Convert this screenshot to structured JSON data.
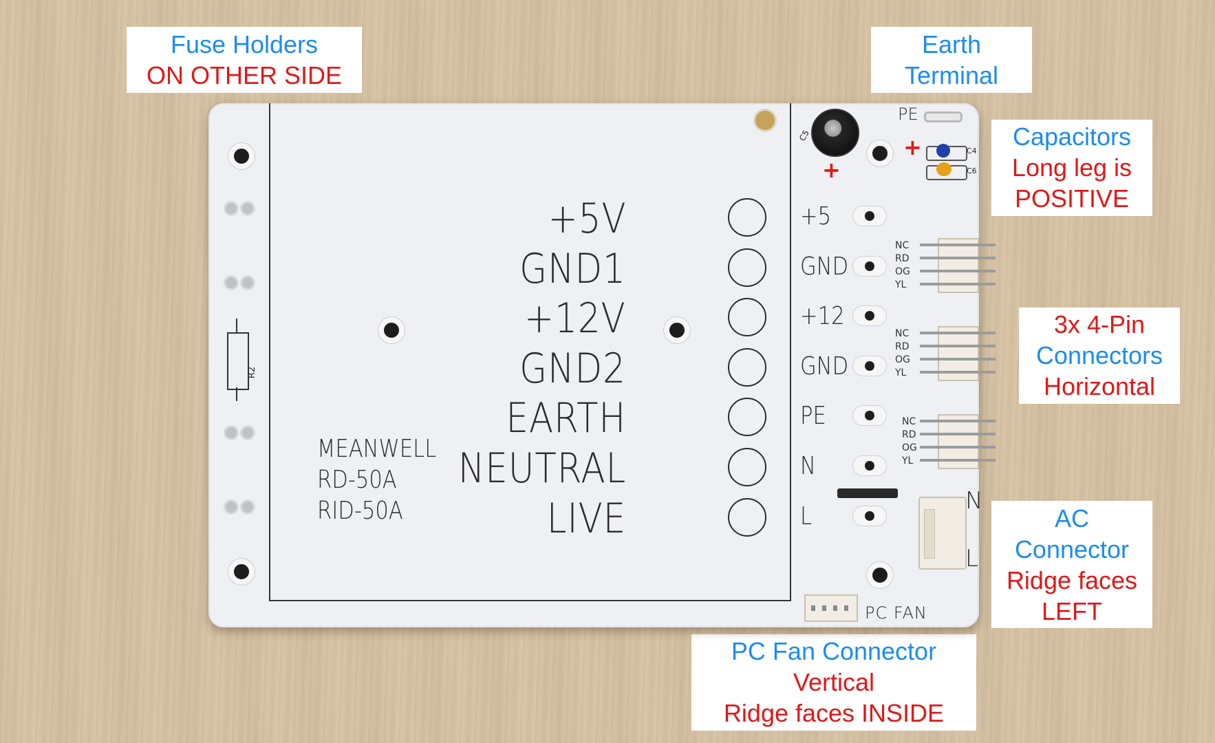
{
  "labels": {
    "fuse": {
      "line1": "Fuse Holders",
      "line2": "ON OTHER SIDE"
    },
    "earth": {
      "line1": "Earth",
      "line2": "Terminal"
    },
    "capacitors": {
      "line1": "Capacitors",
      "line2": "Long leg is",
      "line3": "POSITIVE"
    },
    "fourpin": {
      "line1": "3x 4-Pin",
      "line2": "Connectors",
      "line3": "Horizontal"
    },
    "ac": {
      "line1": "AC",
      "line2": "Connector",
      "line3": "Ridge faces",
      "line4": "LEFT"
    },
    "pcfan": {
      "line1": "PC Fan Connector",
      "line2": "Vertical",
      "line3": "Ridge faces INSIDE"
    }
  },
  "board": {
    "terminals": [
      "+5V",
      "GND1",
      "+12V",
      "GND2",
      "EARTH",
      "NEUTRAL",
      "LIVE"
    ],
    "psu_models": [
      "MEANWELL",
      "RD-50A",
      "RID-50A"
    ],
    "pads": [
      "+5",
      "GND",
      "+12",
      "GND",
      "PE",
      "N",
      "L"
    ],
    "pin_labels": [
      "NC",
      "RD",
      "OG",
      "YL"
    ],
    "pe_label": "PE",
    "pc_fan_label": "PC FAN",
    "resistor_label": "R2",
    "cap_labels": [
      "C5",
      "C4",
      "C6"
    ],
    "ac_pins": [
      "N",
      "L"
    ],
    "plus_sign": "+"
  },
  "colors": {
    "label_blue": "#1b8cf0",
    "label_red": "#e01818",
    "polarity_red": "#e01818"
  }
}
